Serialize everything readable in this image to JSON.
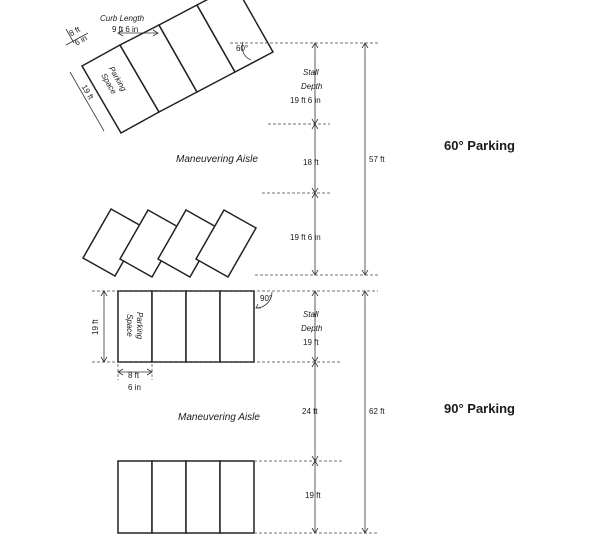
{
  "sixty": {
    "title": "60° Parking",
    "curb_length_label": "Curb Length",
    "curb_length_value": "9 ft 6 in",
    "stall_width_ft": "8 ft",
    "stall_width_in": "6 in",
    "space_length": "19 ft",
    "space_label_line1": "Parking",
    "space_label_line2": "Space",
    "angle": "60°",
    "stall_depth_line1": "Stall",
    "stall_depth_line2": "Depth",
    "stall_depth_value": "19 ft 6 in",
    "aisle_label": "Maneuvering Aisle",
    "aisle_width": "18 ft",
    "bottom_depth": "19 ft 6 in",
    "total": "57 ft"
  },
  "ninety": {
    "title": "90° Parking",
    "space_length": "19 ft",
    "space_label_line1": "Parking",
    "space_label_line2": "Space",
    "angle": "90°",
    "stall_depth_line1": "Stall",
    "stall_depth_line2": "Depth",
    "stall_depth_value": "19 ft",
    "stall_width_ft": "8 ft",
    "stall_width_in": "6 in",
    "aisle_label": "Maneuvering Aisle",
    "aisle_width": "24 ft",
    "bottom_depth": "19 ft",
    "total": "62 ft"
  },
  "colors": {
    "line": "#333333",
    "text": "#1a1a1a"
  }
}
